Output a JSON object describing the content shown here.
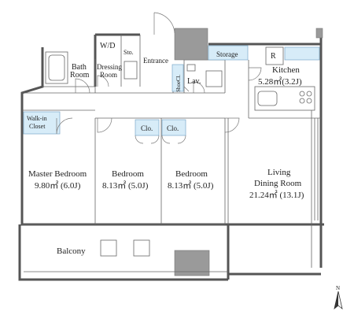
{
  "rooms": {
    "wd": "W/D",
    "sto": "Sto.",
    "bath_1": "Bath",
    "bath_2": "Room",
    "dressing_1": "Dressing",
    "dressing_2": "Room",
    "entrance": "Entrance",
    "shoecl": "ShoeCl.",
    "lav": "Lav.",
    "storage": "Storage",
    "refrigerator": "R",
    "kitchen_name": "Kitchen",
    "kitchen_area": "5.28㎡(3.2J)",
    "walkin_1": "Walk-in",
    "walkin_2": "Closet",
    "clo_1": "Clo.",
    "clo_2": "Clo.",
    "master_name": "Master Bedroom",
    "master_area": "9.80㎡ (6.0J)",
    "bed1_name": "Bedroom",
    "bed1_area": "8.13㎡ (5.0J)",
    "bed2_name": "Bedroom",
    "bed2_area": "8.13㎡ (5.0J)",
    "living_1": "Living",
    "living_2": "Dining Room",
    "living_area": "21.24㎡ (13.1J)",
    "balcony": "Balcony",
    "north": "N"
  },
  "colors": {
    "wall": "#555555",
    "closet_fill": "#d7ecf8",
    "column": "#9a9a9a"
  }
}
